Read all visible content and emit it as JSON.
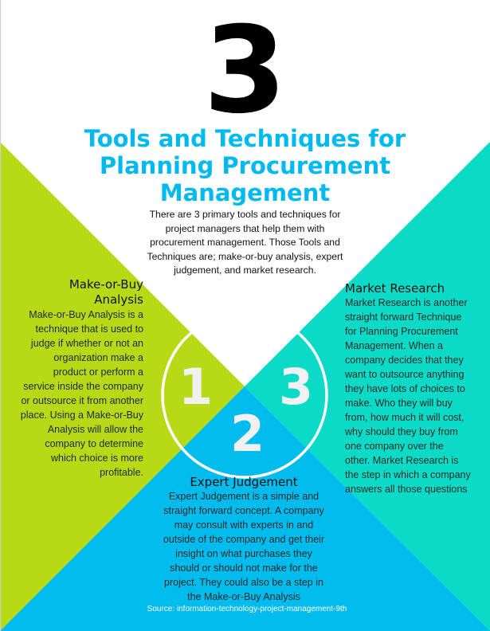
{
  "colors": {
    "green": "#b7d916",
    "teal": "#0bdac6",
    "blue": "#00bbee",
    "title": "#00b9ef"
  },
  "big_number": "3",
  "title_lines": [
    "Tools and Techniques for",
    "Planning Procurement",
    "Management"
  ],
  "intro_lines": [
    "There are 3 primary tools and techniques for",
    "project managers that help them with",
    "procurement management. Those Tools and",
    "Techniques are; make-or-buy analysis, expert",
    "judgement, and market research."
  ],
  "make_or_buy": {
    "number": "1",
    "heading_lines": [
      "Make-or-Buy",
      "Analysis"
    ],
    "lines": [
      "Make-or-Buy Analysis is a",
      "technique that is used to",
      "judge if whether or not an",
      "organization make a",
      "product or perform a",
      "service inside the company",
      "or outsource it from another",
      "place. Using a Make-or-Buy",
      "Analysis will allow the",
      "company to determine",
      "which choice is more",
      "profitable."
    ]
  },
  "expert_judgement": {
    "number": "2",
    "heading": "Expert Judgement",
    "lines": [
      "Expert Judgement is a simple and",
      "straight forward concept. A company",
      "may consult with experts in and",
      "outside of the company and get their",
      "insight on what purchases they",
      "should or should not make for the",
      "project. They could also be a step in",
      "the Make-or-Buy Analysis"
    ]
  },
  "market_research": {
    "number": "3",
    "heading": "Market Research",
    "lines": [
      "Market Research is another",
      "straight forward Technique",
      "for Planning Procurement",
      "Management. When a",
      "company decides that they",
      "want to outsource anything",
      "they have lots of choices to",
      "make. Who they will buy",
      "from, how much it will cost,",
      "why should they buy from",
      "one company over the",
      "other. Market Research is",
      "the step in which a company",
      "answers all those questions"
    ]
  },
  "source": "Source: information-technology-project-management-9th"
}
